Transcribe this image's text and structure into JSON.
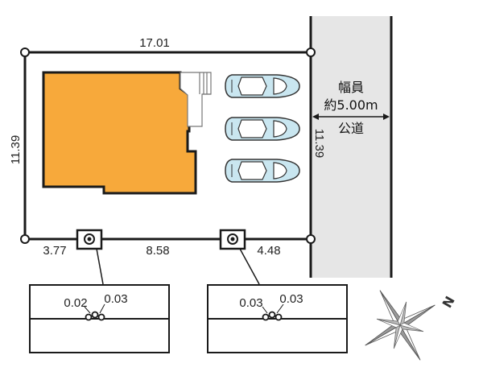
{
  "lot": {
    "top_width": "17.01",
    "left_depth": "11.39",
    "right_depth": "11.39",
    "bottom_left_segment": "3.77",
    "bottom_middle_segment": "8.58",
    "bottom_right_segment": "4.48"
  },
  "road": {
    "width_label": "幅員",
    "width_value": "約5.00m",
    "type_label": "公道"
  },
  "details": [
    {
      "left_value": "0.02",
      "right_value": "0.03"
    },
    {
      "left_value": "0.03",
      "right_value": "0.03"
    }
  ],
  "compass": {
    "north_label": "N"
  },
  "colors": {
    "building": "#F7A93B",
    "road": "#E6E6E6",
    "car": "#C9E6F0",
    "line": "#1a1a1a"
  },
  "parking_spaces": 3
}
